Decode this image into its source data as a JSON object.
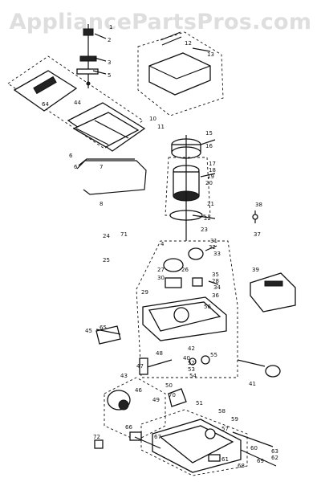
{
  "watermark": "AppliancePartsPros.com",
  "labels": [
    "1",
    "2",
    "3",
    "4",
    "5",
    "6",
    "6",
    "7",
    "8",
    "10",
    "11",
    "12",
    "13",
    "15",
    "16",
    "17",
    "18",
    "19",
    "20",
    "21",
    "22",
    "23",
    "24",
    "25",
    "26",
    "27",
    "28",
    "29",
    "30",
    "31",
    "32",
    "33",
    "34",
    "35",
    "36",
    "37",
    "38",
    "39",
    "40",
    "41",
    "42",
    "43",
    "44",
    "45",
    "46",
    "47",
    "48",
    "49",
    "50",
    "51",
    "52",
    "53",
    "54",
    "55",
    "56",
    "57",
    "58",
    "59",
    "60",
    "61",
    "62",
    "63",
    "64",
    "65",
    "66",
    "67",
    "68",
    "69",
    "70",
    "71",
    "72"
  ]
}
